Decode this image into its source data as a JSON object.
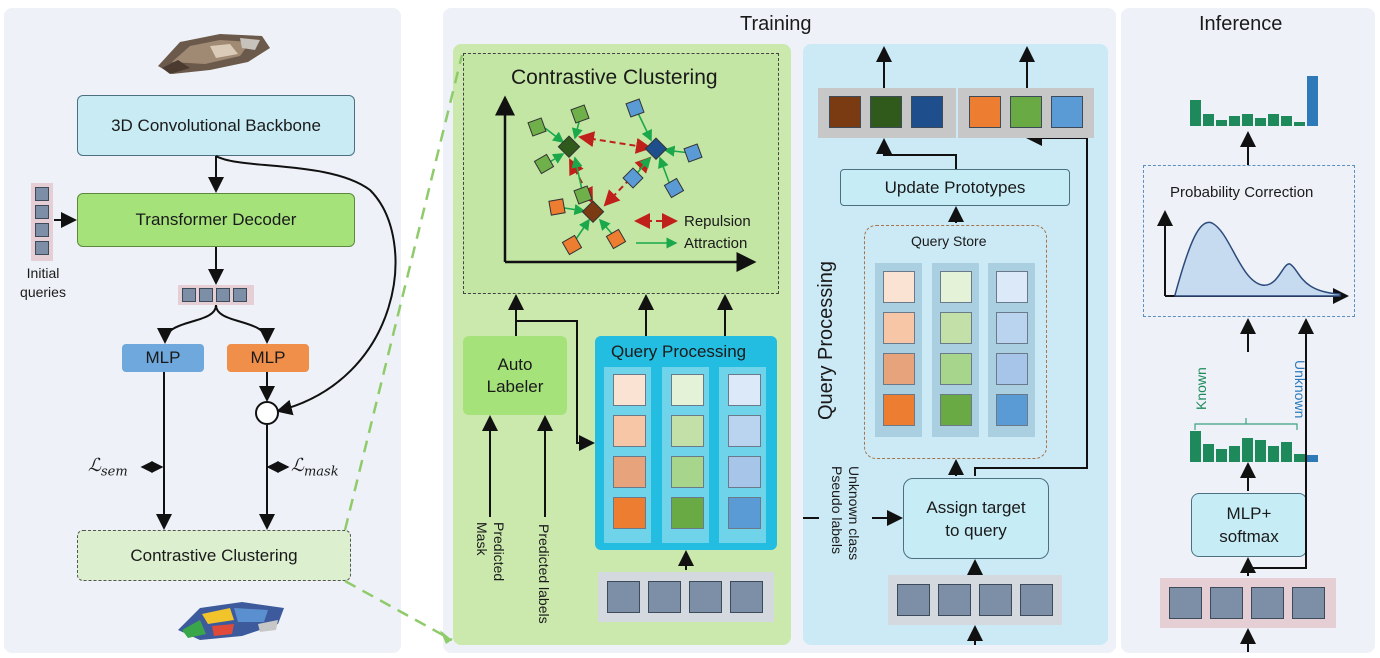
{
  "left": {
    "backbone": "3D Convolutional Backbone",
    "decoder": "Transformer Decoder",
    "initial_queries": "Initial\nqueries",
    "mlp1": "MLP",
    "mlp2": "MLP",
    "loss_sem": "sem",
    "loss_mask": "mask",
    "loss_symbol": "ℒ",
    "dot": "⊙",
    "contrastive": "Contrastive Clustering"
  },
  "training": {
    "title": "Training",
    "contrastive_title": "Contrastive Clustering",
    "repulsion": "Repulsion",
    "attraction": "Attraction",
    "auto_labeler": "Auto\nLabeler",
    "query_processing": "Query Processing",
    "predicted_mask": "Predicted\nMask",
    "predicted_labels": "Predicted labels",
    "pseudo_labels": "Unknown class\nPseudo labels",
    "assign_target": "Assign target\nto query",
    "update_prototypes": "Update Prototypes",
    "query_store": "Query Store",
    "query_processing_vertical": "Query Processing"
  },
  "inference": {
    "title": "Inference",
    "probability_correction": "Probability Correction",
    "known": "Known",
    "unknown": "Unknown",
    "mlp_softmax": "MLP+\nsoftmax"
  },
  "colors": {
    "light_blue": "#c9ecf4",
    "green_box": "#a5e27a",
    "light_green_panel": "#d6efc0",
    "mlp_blue": "#6fa8dc",
    "mlp_orange": "#ef8f4a",
    "query_gray": "#7d8fa6",
    "bar_green": "#1e8a5c",
    "bar_blue": "#2e7ab8",
    "cyan_panel": "#22bde0"
  }
}
